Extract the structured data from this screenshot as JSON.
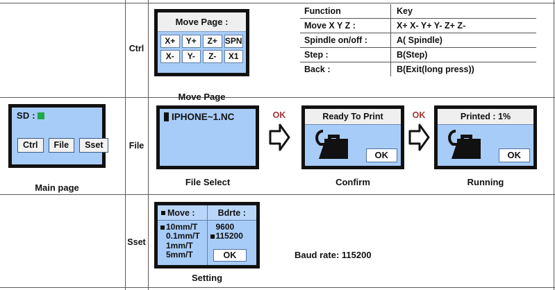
{
  "main_page": {
    "sd_label": "SD :",
    "sd_status_color": "#20a84a",
    "buttons": [
      "Ctrl",
      "File",
      "Sset"
    ],
    "caption": "Main page"
  },
  "rows": {
    "ctrl_label": "Ctrl",
    "file_label": "File",
    "sset_label": "Sset"
  },
  "move_page": {
    "header": "Move Page :",
    "keys_row1": [
      "X+",
      "Y+",
      "Z+",
      "SPN"
    ],
    "keys_row2": [
      "X-",
      "Y-",
      "Z-",
      "X1"
    ],
    "caption": "Move Page"
  },
  "function_table": {
    "headers": [
      "Function",
      "Key"
    ],
    "rows": [
      {
        "function": "Move X Y Z :",
        "key": "X+  X-  Y+  Y-  Z+  Z-"
      },
      {
        "function": "Spindle on/off :",
        "key": "A( Spindle)"
      },
      {
        "function": "Step :",
        "key": "B(Step)"
      },
      {
        "function": "Back :",
        "key": "B(Exit(long press))"
      }
    ]
  },
  "file_select": {
    "file_name": "IPHONE~1.NC",
    "caption": "File Select"
  },
  "arrows": {
    "first_label": "OK",
    "second_label": "OK",
    "label_color": "#a03434"
  },
  "confirm": {
    "header": "Ready To Print",
    "ok_button": "OK",
    "caption": "Confirm",
    "icon": "printer-icon"
  },
  "running": {
    "header": "Printed : 1%",
    "ok_button": "OK",
    "caption": "Running",
    "icon": "printer-icon"
  },
  "setting": {
    "move_header": "Move :",
    "move_options": [
      "10mm/T",
      "0.1mm/T",
      "1mm/T",
      "5mm/T"
    ],
    "move_selected": "10mm/T",
    "baud_header": "Bdrte :",
    "baud_options": [
      "9600",
      "115200"
    ],
    "baud_selected": "115200",
    "ok_button": "OK",
    "caption": "Setting"
  },
  "baud_note": "Baud rate: 115200",
  "colors": {
    "lcd_blue": "#a8ccf8",
    "panel_gray": "#efefef",
    "frame_black": "#111111"
  }
}
